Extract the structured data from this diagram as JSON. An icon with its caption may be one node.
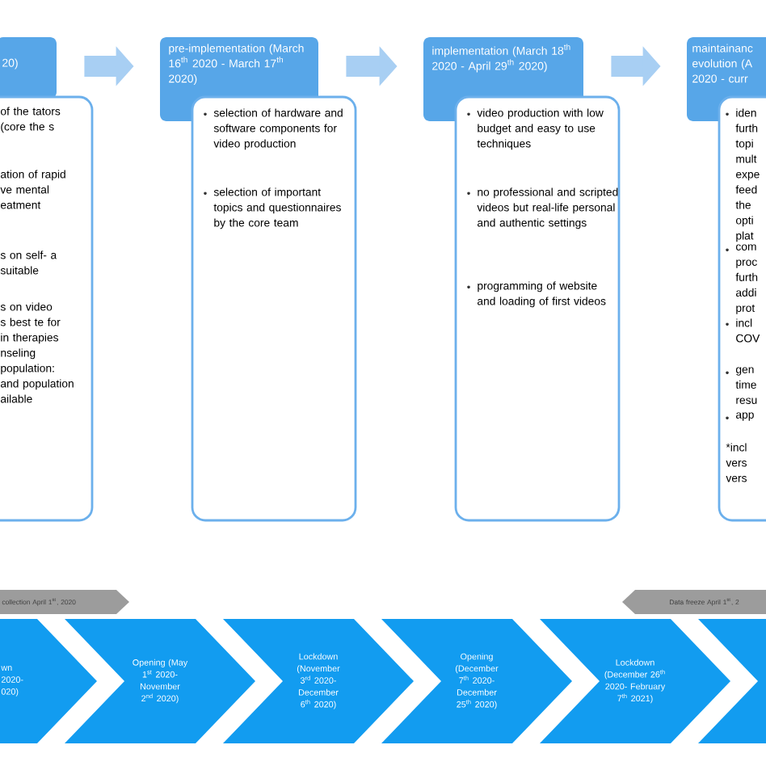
{
  "diagram": {
    "nodes": [
      {
        "text": [
          "20)"
        ]
      },
      {
        "text": [
          "of the tators (core the s",
          "ation of rapid ve mental eatment",
          "s on self- a suitable",
          "s on video s best te for in therapies nseling population: and population ailable"
        ]
      },
      {
        "text": [
          "pre-implementation (March 16$^{th}$ 2020 - March 17$^{th}$ 2020)"
        ]
      },
      {
        "text": [
          "selection of hardware and software components for video production",
          "selection of important topics and questionnaires by the core team"
        ]
      },
      {
        "text": [
          "implementation (March 18$^{th}$ 2020 - April 29$^{th}$ 2020)"
        ]
      },
      {
        "text": [
          "video production with low budget and easy to use techniques",
          "no professional and scripted videos but real-life personal and authentic settings",
          "programming of website and loading of first videos"
        ]
      },
      {
        "text": [
          "maintainanc evolution (A 2020 - curr"
        ]
      },
      {
        "text": [
          "iden furth topi mult expe feed the opti plat",
          "com proc furth addi prot",
          "incl COV",
          "gen time resu",
          "app",
          "*incl vers vers"
        ]
      },
      {
        "text": [
          "collection April 1$^{st}$, 2020"
        ]
      },
      {
        "text": [
          "Data freeze April 1$^{st}$, 2"
        ]
      },
      {
        "text": [
          "wn 2020- 020)"
        ]
      },
      {
        "text": [
          "Opening (May 1$^{st}$ 2020- November 2$^{nd}$ 2020)"
        ]
      },
      {
        "text": [
          "Lockdown (November 3$^{rd}$ 2020- December 6$^{th}$ 2020)"
        ]
      },
      {
        "text": [
          "Opening (December 7$^{th}$ 2020- December 25$^{th}$ 2020)"
        ]
      },
      {
        "text": [
          "Lockdown (December 26$^{th}$ 2020- February 7$^{th}$ 2021)"
        ]
      },
      {
        "text": [],
        "shape": "chevron"
      }
    ],
    "edges": [
      {
        "from": 0,
        "to": 2,
        "arrow": "to"
      },
      {
        "from": 2,
        "to": 4,
        "arrow": "to"
      },
      {
        "from": 4,
        "to": 6,
        "arrow": "to"
      }
    ]
  }
}
